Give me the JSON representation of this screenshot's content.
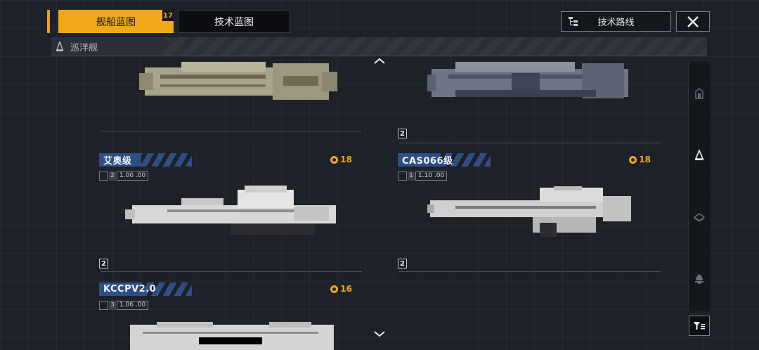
{
  "tabs": [
    {
      "label": "舰船蓝图",
      "badge": "17",
      "active": true
    },
    {
      "label": "技术蓝图",
      "active": false
    }
  ],
  "header": {
    "tech_route_label": "技术路线"
  },
  "category": {
    "label": "巡洋舰"
  },
  "ships": [
    {
      "name": "艾奥级",
      "tier": "2",
      "value": "1.00 .00",
      "cost": "18",
      "level": "2",
      "color": "#d8d8d6"
    },
    {
      "name": "CAS066级",
      "tier": "1",
      "value": "1.10 .00",
      "cost": "18",
      "level": "2",
      "color": "#cfd0d0"
    },
    {
      "name": "KCCPV2.0",
      "tier": "3",
      "value": "1.06 .00",
      "cost": "16",
      "level": "",
      "color": "#d4d4d2"
    }
  ],
  "top_cards": [
    {
      "level": "",
      "color": "#a8a48c"
    },
    {
      "level": "2",
      "color": "#6e7686"
    }
  ],
  "colors": {
    "accent": "#f0a818",
    "name_tag": "#2f4e86",
    "background": "#1d2128"
  },
  "icons": {
    "tech_route": "tree-icon",
    "close": "close-icon",
    "category": "cruiser-icon",
    "rail": [
      "battleship-icon",
      "cruiser-icon",
      "carrier-icon",
      "destroyer-icon"
    ],
    "filter": "filter-icon",
    "cost": "coin-icon"
  }
}
